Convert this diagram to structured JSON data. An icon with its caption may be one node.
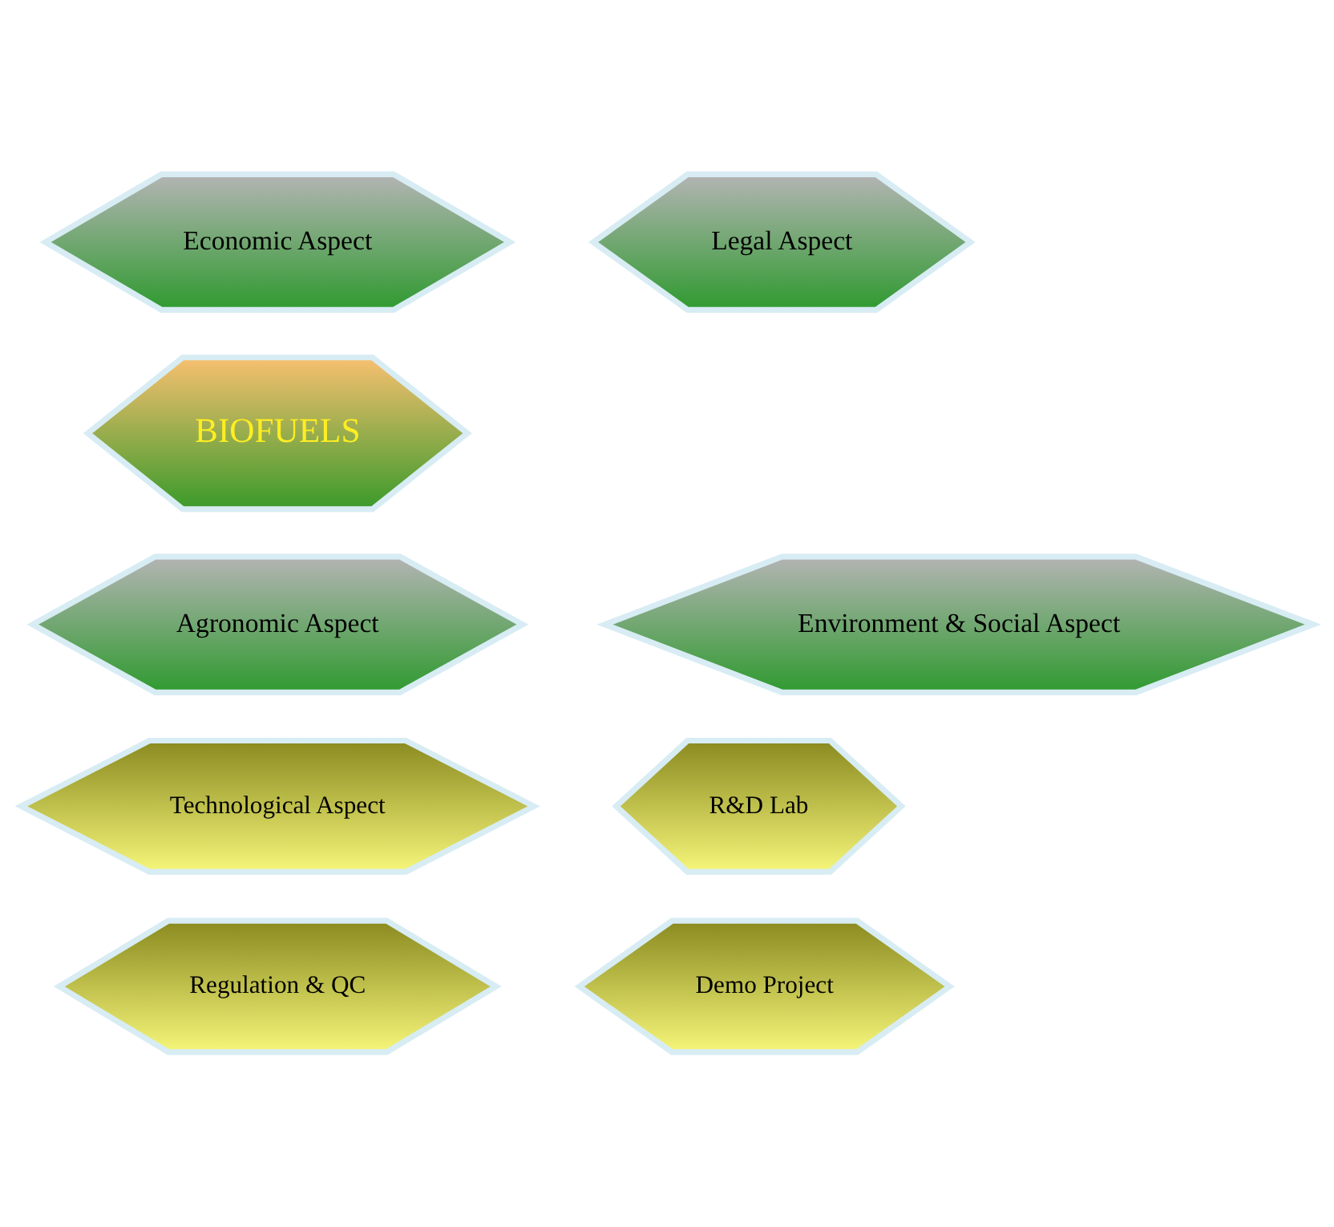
{
  "diagram": {
    "nodes": [
      {
        "text": [
          "Economic Aspect"
        ]
      },
      {
        "text": [
          "Legal Aspect"
        ]
      },
      {
        "text": [
          "BIOFUELS"
        ]
      },
      {
        "text": [
          "Environment & Social Aspect"
        ]
      },
      {
        "text": [
          "Agronomic Aspect"
        ]
      },
      {
        "text": [
          "Technological Aspect"
        ]
      },
      {
        "text": [
          "R&D Lab"
        ]
      },
      {
        "text": [
          "Regulation & QC"
        ]
      },
      {
        "text": [
          "Demo Project"
        ]
      }
    ],
    "edges": []
  }
}
